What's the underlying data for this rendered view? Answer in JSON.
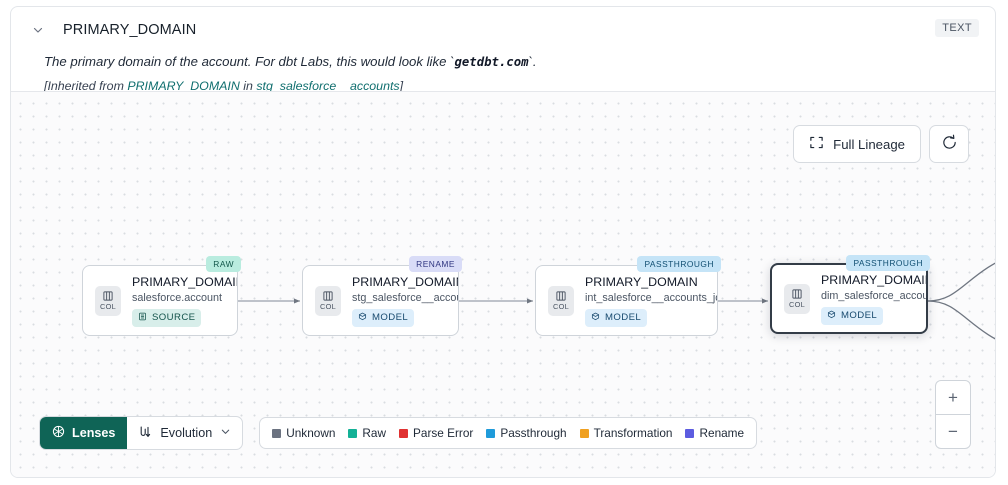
{
  "header": {
    "collapse_icon": "chevron-down-icon",
    "title": "PRIMARY_DOMAIN",
    "type_badge": "TEXT",
    "description_prefix": "The primary domain of the account. For dbt Labs, this would look like `",
    "description_code": "getdbt.com",
    "description_suffix": "`.",
    "inherited_prefix": "[Inherited from ",
    "inherited_link_1": "PRIMARY_DOMAIN",
    "inherited_middle": " in ",
    "inherited_link_2": "stg_salesforce__accounts",
    "inherited_suffix": "]"
  },
  "canvas_tools": {
    "full_lineage_label": "Full Lineage",
    "full_lineage_icon": "expand-icon",
    "refresh_icon": "refresh-icon"
  },
  "zoom_controls": {
    "zoom_in": "+",
    "zoom_out": "−"
  },
  "nodes": [
    {
      "tag": "RAW",
      "tag_class": "tag-raw",
      "col_label": "COL",
      "title": "PRIMARY_DOMAIN__C",
      "subtitle": "salesforce.account",
      "kind": "SOURCE",
      "kind_class": "kind-source",
      "kind_icon": "source-icon",
      "selected": false
    },
    {
      "tag": "RENAME",
      "tag_class": "tag-rename",
      "col_label": "COL",
      "title": "PRIMARY_DOMAIN",
      "subtitle": "stg_salesforce__accounts",
      "kind": "MODEL",
      "kind_class": "kind-model",
      "kind_icon": "model-icon",
      "selected": false
    },
    {
      "tag": "PASSTHROUGH",
      "tag_class": "tag-passthrough",
      "col_label": "COL",
      "title": "PRIMARY_DOMAIN",
      "subtitle": "int_salesforce__accounts_joined",
      "kind": "MODEL",
      "kind_class": "kind-model",
      "kind_icon": "model-icon",
      "selected": false
    },
    {
      "tag": "PASSTHROUGH",
      "tag_class": "tag-passthrough",
      "col_label": "COL",
      "title": "PRIMARY_DOMAIN",
      "subtitle": "dim_salesforce_accounts",
      "kind": "MODEL",
      "kind_class": "kind-model",
      "kind_icon": "model-icon",
      "selected": true
    }
  ],
  "bottom_bar": {
    "lenses_label": "Lenses",
    "lenses_icon": "lens-icon",
    "evolution_label": "Evolution",
    "evolution_icon": "evolution-icon",
    "evolution_chevron": "chevron-down-icon"
  },
  "legend": {
    "items": [
      {
        "label": "Unknown",
        "color": "#6b7280"
      },
      {
        "label": "Raw",
        "color": "#13b196"
      },
      {
        "label": "Parse Error",
        "color": "#e03131"
      },
      {
        "label": "Passthrough",
        "color": "#1f9bda"
      },
      {
        "label": "Transformation",
        "color": "#f0a020"
      },
      {
        "label": "Rename",
        "color": "#5c5ce0"
      }
    ]
  },
  "colors": {
    "accent_green": "#0f6456",
    "link": "#0f6e6e",
    "selected_border": "#333c47"
  }
}
